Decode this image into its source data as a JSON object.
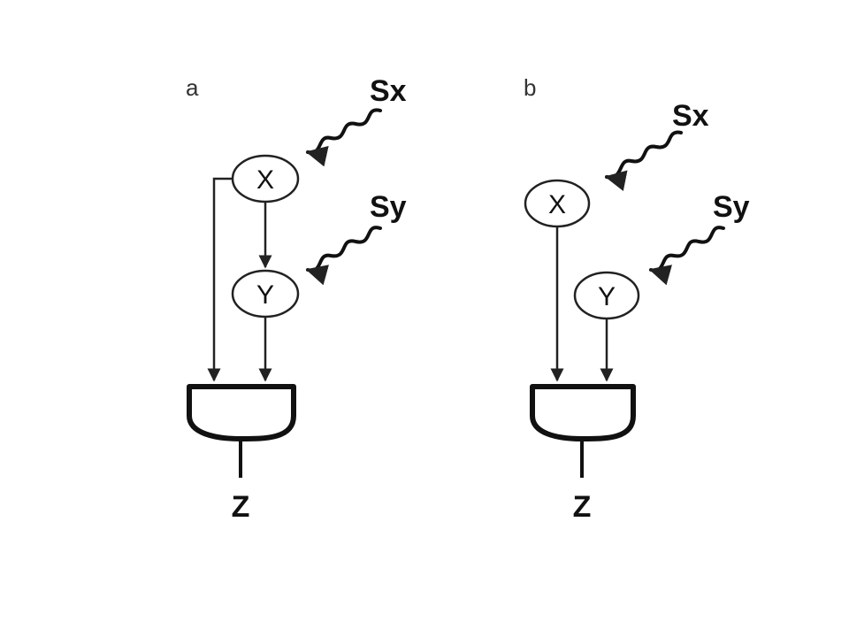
{
  "panels": [
    {
      "id": "a",
      "label": "a",
      "signal_x": "Sx",
      "signal_y": "Sy",
      "node_x": "X",
      "node_y": "Y",
      "output": "Z"
    },
    {
      "id": "b",
      "label": "b",
      "signal_x": "Sx",
      "signal_y": "Sy",
      "node_x": "X",
      "node_y": "Y",
      "output": "Z"
    }
  ],
  "colors": {
    "line": "#222222",
    "background": "#ffffff"
  }
}
